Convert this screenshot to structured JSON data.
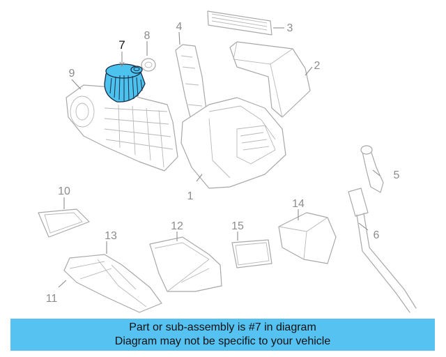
{
  "callouts": {
    "c1": "1",
    "c2": "2",
    "c3": "3",
    "c4": "4",
    "c5": "5",
    "c6": "6",
    "c7": "7",
    "c8": "8",
    "c9": "9",
    "c10": "10",
    "c11": "11",
    "c12": "12",
    "c13": "13",
    "c14": "14",
    "c15": "15"
  },
  "highlighted_part": "7",
  "colors": {
    "highlight": "#4cc3ee",
    "banner": "#55c2f2"
  },
  "banner": {
    "line1": "Part or sub-assembly is #7 in diagram",
    "line2": "Diagram may not be specific to your vehicle"
  }
}
